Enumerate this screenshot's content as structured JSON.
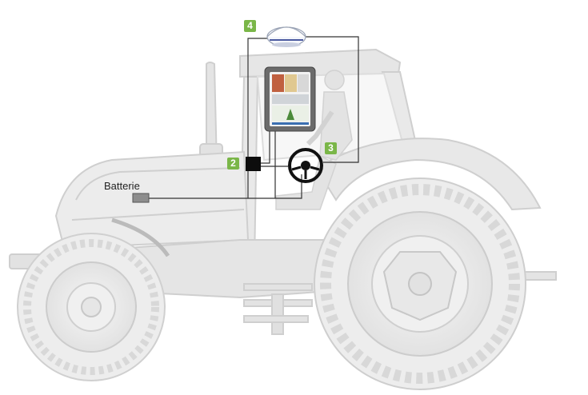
{
  "labels": {
    "battery": "Batterie"
  },
  "badges": {
    "controller": "2",
    "steering_wheel": "3",
    "receiver": "4"
  },
  "colors": {
    "badge": "#7ab648",
    "tractor_outline": "#cfcfcf",
    "tractor_fill": "#ebebeb",
    "cable": "#333333"
  }
}
